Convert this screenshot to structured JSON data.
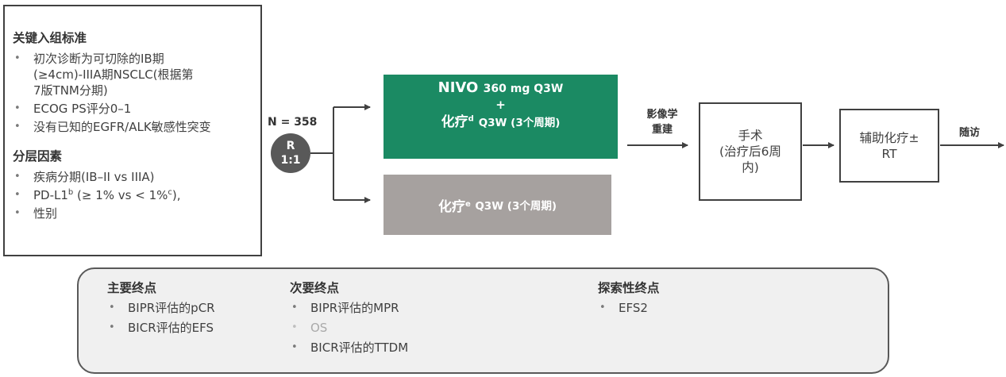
{
  "criteria": {
    "inclusion_title": "关键入组标准",
    "inclusion_items": [
      [
        "初次诊断为可切除的IB期",
        "(≥4cm)-IIIA期NSCLC(根据第",
        "7版TNM分期)"
      ],
      "ECOG PS评分0–1",
      "没有已知的EGFR/ALK敏感性突变"
    ],
    "stratification_title": "分层因素",
    "stratification_items": [
      "疾病分期(IB–II vs IIIA)",
      {
        "prefix": "PD-L1",
        "sup1": "b",
        "middle": " (≥ 1% vs < 1%",
        "sup2": "c",
        "suffix": "),"
      },
      "性别"
    ]
  },
  "randomization": {
    "n_label": "N = 358",
    "r_label": "R",
    "ratio": "1:1"
  },
  "arms": {
    "nivo": {
      "drug": "NIVO",
      "dose": "360 mg Q3W",
      "plus": "+",
      "chemo": "化疗",
      "chemo_sup": "d",
      "schedule": "Q3W (3个周期)"
    },
    "chemo": {
      "chemo": "化疗",
      "chemo_sup": "e",
      "schedule": "Q3W (3个周期)"
    }
  },
  "flow": {
    "imaging_line1": "影像学",
    "imaging_line2": "重建",
    "surgery_line1": "手术",
    "surgery_line2": "(治疗后6周",
    "surgery_line3": "内)",
    "adjuvant_line1": "辅助化疗±",
    "adjuvant_line2": "RT",
    "followup": "随访"
  },
  "endpoints": {
    "primary_title": "主要终点",
    "primary_items": [
      "BIPR评估的pCR",
      "BICR评估的EFS"
    ],
    "secondary_title": "次要终点",
    "secondary_items": [
      "BIPR评估的MPR",
      "OS",
      "BICR评估的TTDM"
    ],
    "exploratory_title": "探索性终点",
    "exploratory_items": [
      "EFS2"
    ]
  },
  "colors": {
    "nivo_arm": "#1b8a63",
    "chemo_arm": "#a6a19f",
    "randomization_circle": "#595959",
    "muted_text": "#a9a9a9"
  }
}
